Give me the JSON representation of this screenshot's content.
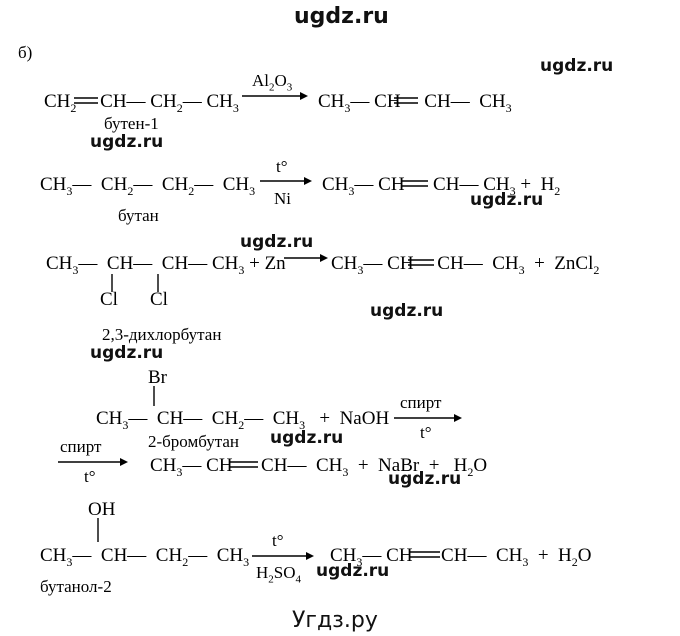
{
  "watermarks": {
    "top": "ugdz.ru",
    "r1": "ugdz.ru",
    "r2": "ugdz.ru",
    "r3": "ugdz.ru",
    "r4": "ugdz.ru",
    "r5": "ugdz.ru",
    "r6": "ugdz.ru",
    "r7": "ugdz.ru",
    "r8": "ugdz.ru",
    "r9": "ugdz.ru",
    "footer": "Угдз.ру"
  },
  "part_label": "б)",
  "reactions": [
    {
      "reactant": [
        "CH",
        "2",
        "",
        "CH—",
        "CH",
        "2",
        "—CH",
        "3"
      ],
      "reactant_name": "бутен-1",
      "condition_top": "Al2O3",
      "product": "CH3— CH═CH— CH3"
    },
    {
      "reactant_name": "бутан",
      "condition_top": "t°",
      "condition_bottom": "Ni",
      "plus": "+"
    },
    {
      "reactant_name": "2,3-дихлорбутан",
      "substituent_1": "Cl",
      "substituent_2": "Cl",
      "reagent": "Zn",
      "byproduct": "ZnCl2",
      "plus": "+"
    },
    {
      "substituent": "Br",
      "reactant_name": "2-бромбутан",
      "reagent": "NaOH",
      "condition_top": "спирт",
      "condition_bottom": "t°",
      "byproduct_1": "NaBr",
      "byproduct_2": "H2O",
      "plus": "+"
    },
    {
      "substituent": "OH",
      "reactant_name": "бутанол-2",
      "condition_top": "t°",
      "condition_bottom": "H2SO4",
      "byproduct": "H2O",
      "plus": "+"
    }
  ]
}
